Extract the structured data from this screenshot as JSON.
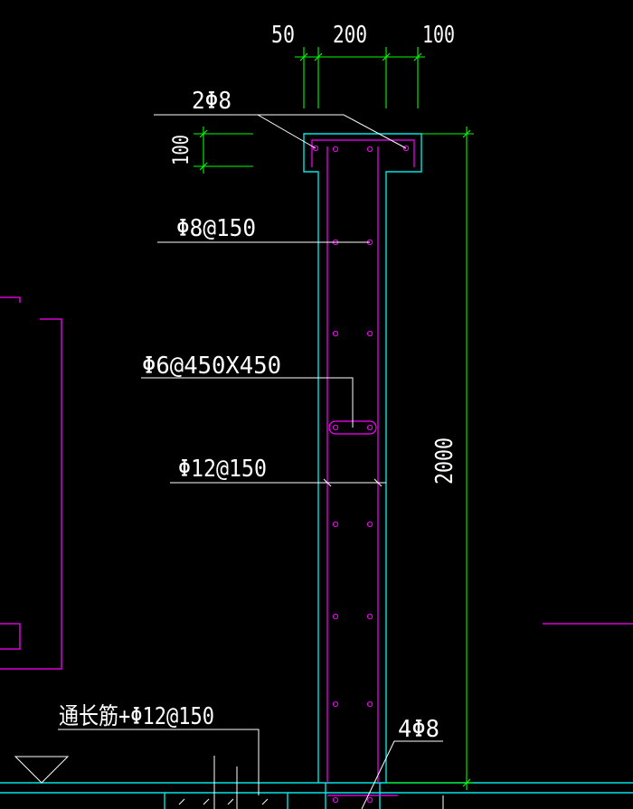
{
  "drawing": {
    "dimensions": {
      "top_left": "50",
      "top_middle": "200",
      "top_right": "100",
      "cap_height": "100",
      "wall_height": "2000"
    },
    "rebar_labels": {
      "cap_bars": "2Φ8",
      "distribution_bars": "Φ8@150",
      "tie_bars": "Φ6@450X450",
      "vertical_bars": "Φ12@150",
      "base_bars": "通长筋+Φ12@150",
      "base_corner_bars": "4Φ8"
    },
    "colors": {
      "background": "#000000",
      "concrete_outline": "#00e5e5",
      "rebar": "#ff00ff",
      "dimension": "#00ff00",
      "leader": "#ffffff"
    }
  }
}
